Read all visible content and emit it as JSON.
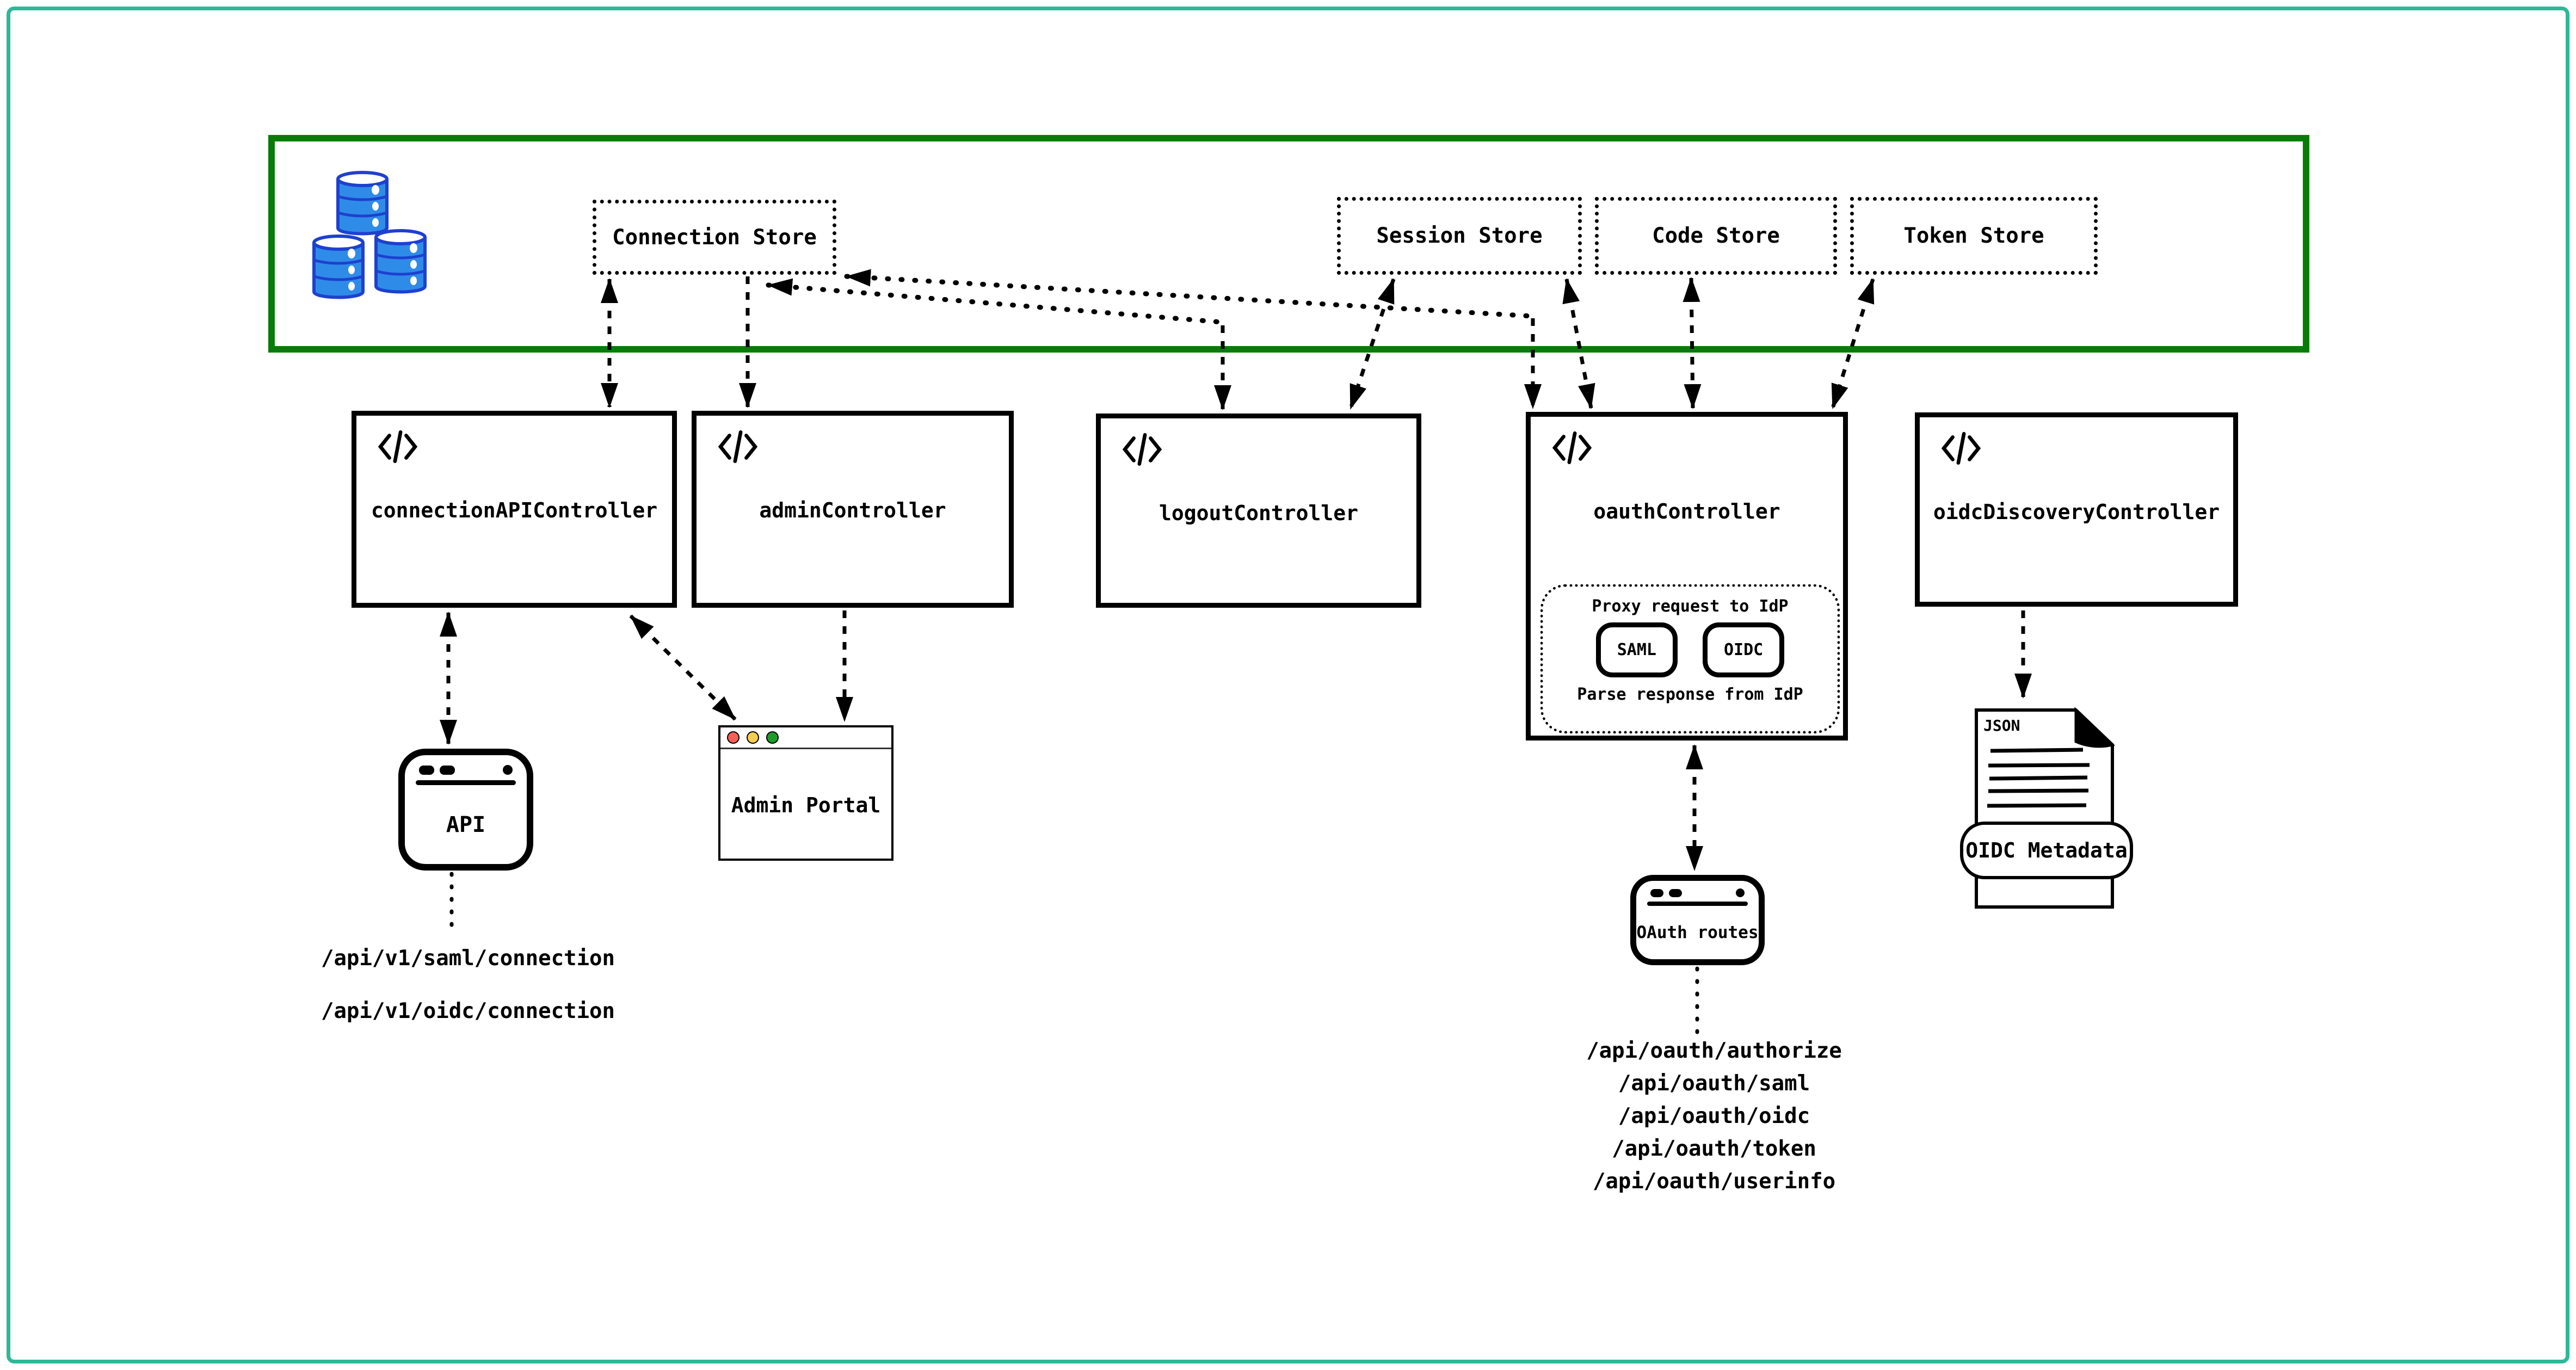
{
  "colors": {
    "outer_border": "#2eb897",
    "datastore_panel_border": "#077d07",
    "db_fill": "#2f8be8",
    "db_stroke": "#1e40cf",
    "traffic_red": "#f46057",
    "traffic_yellow": "#f8ce52",
    "traffic_green": "#1d9c2c",
    "line_color": "#000000"
  },
  "icons": {
    "database": "database-icon",
    "code": "code-icon",
    "window_dots": "window-controls-icon",
    "json_file": "json-file-icon",
    "traffic_lights": "traffic-lights-icon"
  },
  "datastore_panel": {
    "stores": [
      "Connection Store",
      "Session Store",
      "Code Store",
      "Token Store"
    ]
  },
  "controllers": {
    "connection_api": "connectionAPIController",
    "admin": "adminController",
    "logout": "logoutController",
    "oauth": "oauthController",
    "oidc_discovery": "oidcDiscoveryController"
  },
  "idp_proxy": {
    "title": "Proxy request to IdP",
    "saml": "SAML",
    "oidc": "OIDC",
    "footer": "Parse response from IdP"
  },
  "windows": {
    "api": "API",
    "admin_portal": "Admin Portal",
    "oauth_routes": "OAuth routes"
  },
  "oidc_metadata_doc": {
    "file_label": "JSON",
    "banner": "OIDC Metadata"
  },
  "api_endpoints": [
    "/api/v1/saml/connection",
    "/api/v1/oidc/connection"
  ],
  "oauth_endpoints": [
    "/api/oauth/authorize",
    "/api/oauth/saml",
    "/api/oauth/oidc",
    "/api/oauth/token",
    "/api/oauth/userinfo"
  ]
}
